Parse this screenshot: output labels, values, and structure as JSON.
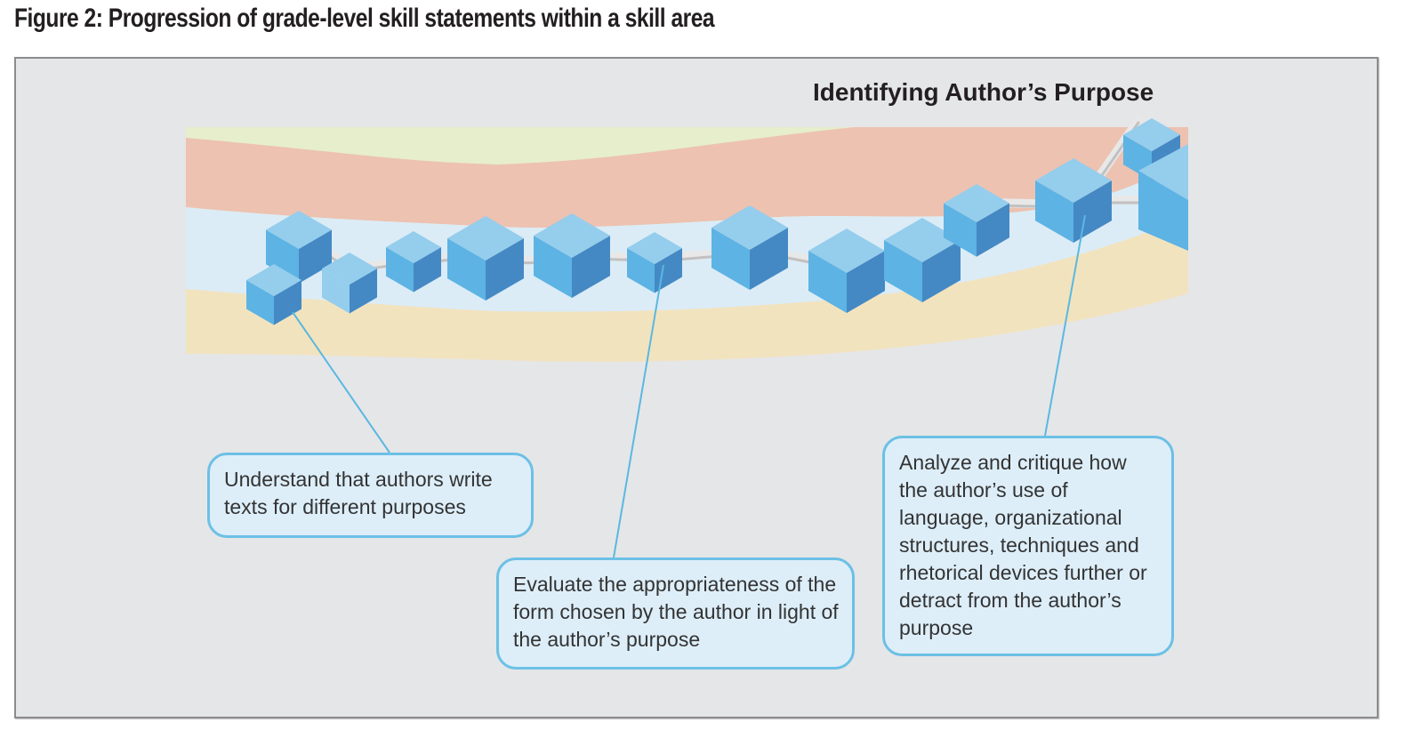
{
  "figure": {
    "title": "Figure 2: Progression of grade-level skill statements within a skill area"
  },
  "diagram": {
    "skill_area_heading": "Identifying Author’s Purpose",
    "colors": {
      "background": "#e5e6e8",
      "band_green": "#e6eecb",
      "band_salmon": "#edc2b1",
      "band_lightblue": "#dbecf7",
      "band_sand": "#f2e3bf",
      "cube_top": "#95cdec",
      "cube_left": "#5db3e3",
      "cube_right": "#4489c4",
      "connector": "#e8e8e8",
      "callout_border": "#6cc0e5",
      "callout_fill": "#ddeef9",
      "leader_line": "#5ab8e0"
    },
    "callouts": [
      {
        "id": "early-grade",
        "text": "Understand that authors write texts for different purposes"
      },
      {
        "id": "middle-grade",
        "text": "Evaluate the appropriateness of the form chosen by the author in light of the author’s purpose"
      },
      {
        "id": "upper-grade",
        "text": "Analyze and critique how the author’s use of language, organizational structures, techniques and rhetorical devices further or detract from the author’s purpose"
      }
    ]
  }
}
